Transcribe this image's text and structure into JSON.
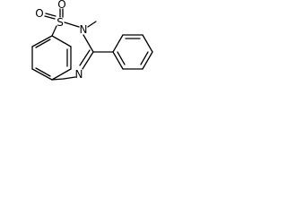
{
  "molecule": {
    "atoms": {
      "sulfur": "S",
      "oxygen_top": "O",
      "oxygen_left": "O",
      "nitrogen_methyl": "N",
      "nitrogen_ring": "N"
    },
    "substituents": {
      "methyl": "CH3"
    }
  }
}
